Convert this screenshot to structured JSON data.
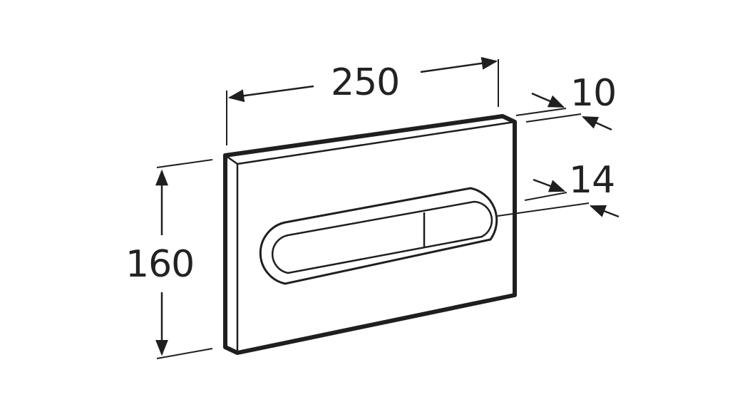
{
  "dimensions": {
    "width": "250",
    "height": "160",
    "plate_thickness": "10",
    "button_depth": "14"
  },
  "colors": {
    "line": "#1f1f1f",
    "background": "#ffffff"
  }
}
